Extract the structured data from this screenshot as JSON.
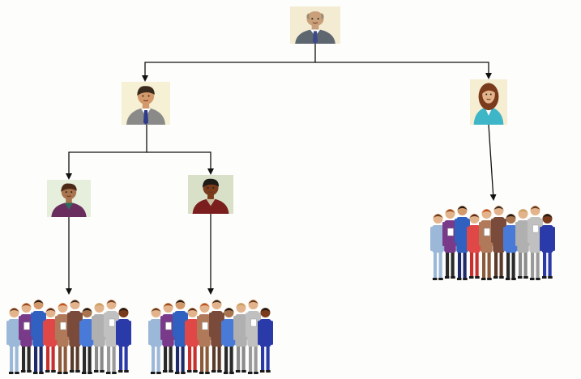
{
  "diagram": {
    "type": "org-chart",
    "nodes": [
      {
        "id": "executive",
        "icon": "businessman-portrait-icon",
        "bg": "#f3ecd2",
        "skin": "#c9a07a",
        "hair": "#9a8a78",
        "suit": "#5e6670",
        "shirt": "#ffffff",
        "tie": "#3b4a8a",
        "bald": true
      },
      {
        "id": "manager-left",
        "icon": "businessman-portrait-icon",
        "bg": "#f6f0d4",
        "skin": "#d4996b",
        "hair": "#3a2a1e",
        "suit": "#8a8a88",
        "shirt": "#ffffff",
        "tie": "#2e3b8a"
      },
      {
        "id": "manager-right",
        "icon": "businesswoman-portrait-icon",
        "bg": "#f6eed2",
        "skin": "#e3b48c",
        "hair": "#7a3b1c",
        "suit": "#3fb6c8",
        "shirt": "#ffffff",
        "long_hair": true
      },
      {
        "id": "supervisor-a",
        "icon": "woman-portrait-icon",
        "bg": "#e6eedc",
        "skin": "#a9754e",
        "hair": "#4a2a16",
        "suit": "#6a2e5e",
        "shirt": "#2e6a5e"
      },
      {
        "id": "supervisor-b",
        "icon": "man-portrait-icon",
        "bg": "#d9e0c8",
        "skin": "#7a3b1c",
        "hair": "#1e1a16",
        "suit": "#7a1e1e",
        "shirt": "#c8c0a0"
      }
    ],
    "teams": [
      {
        "id": "team-left",
        "icon": "employee-group-icon"
      },
      {
        "id": "team-middle",
        "icon": "employee-group-icon"
      },
      {
        "id": "team-right",
        "icon": "employee-group-icon"
      }
    ],
    "edges": [
      [
        "executive",
        "manager-left"
      ],
      [
        "executive",
        "manager-right"
      ],
      [
        "manager-left",
        "supervisor-a"
      ],
      [
        "manager-left",
        "supervisor-b"
      ],
      [
        "supervisor-a",
        "team-left"
      ],
      [
        "supervisor-b",
        "team-middle"
      ],
      [
        "manager-right",
        "team-right"
      ]
    ],
    "group_people": [
      {
        "coat": "#9cb8d8",
        "pants": "#9cb8d8",
        "skin": "#e3b48c",
        "hair": "#6a3a1a"
      },
      {
        "coat": "#7a3a8a",
        "pants": "#2a2a2a",
        "skin": "#e3b48c",
        "hair": "#9a4a1a"
      },
      {
        "coat": "#3060c0",
        "pants": "#1e2a6a",
        "skin": "#d4996b",
        "hair": "#1e1a16"
      },
      {
        "coat": "#e04848",
        "pants": "#c83030",
        "skin": "#e3b48c",
        "hair": "#5a2a16"
      },
      {
        "coat": "#b07a5a",
        "pants": "#8a5a3a",
        "skin": "#e3b48c",
        "hair": "#c05020"
      },
      {
        "coat": "#7a4a3a",
        "pants": "#5a3a2a",
        "skin": "#e3b48c",
        "hair": "#3a2a1e"
      },
      {
        "coat": "#4a7ad8",
        "pants": "#2a2a2a",
        "skin": "#a9754e",
        "hair": "#1e1a16"
      },
      {
        "coat": "#b0b0b0",
        "pants": "#8a8a8a",
        "skin": "#e3b48c",
        "hair": "#c8a060"
      },
      {
        "coat": "#c0c0c0",
        "pants": "#9a9a9a",
        "skin": "#e3b48c",
        "hair": "#6a3a1a"
      },
      {
        "coat": "#2a3aa8",
        "pants": "#2a3aa8",
        "skin": "#7a3b1c",
        "hair": "#1e1a16"
      }
    ]
  }
}
